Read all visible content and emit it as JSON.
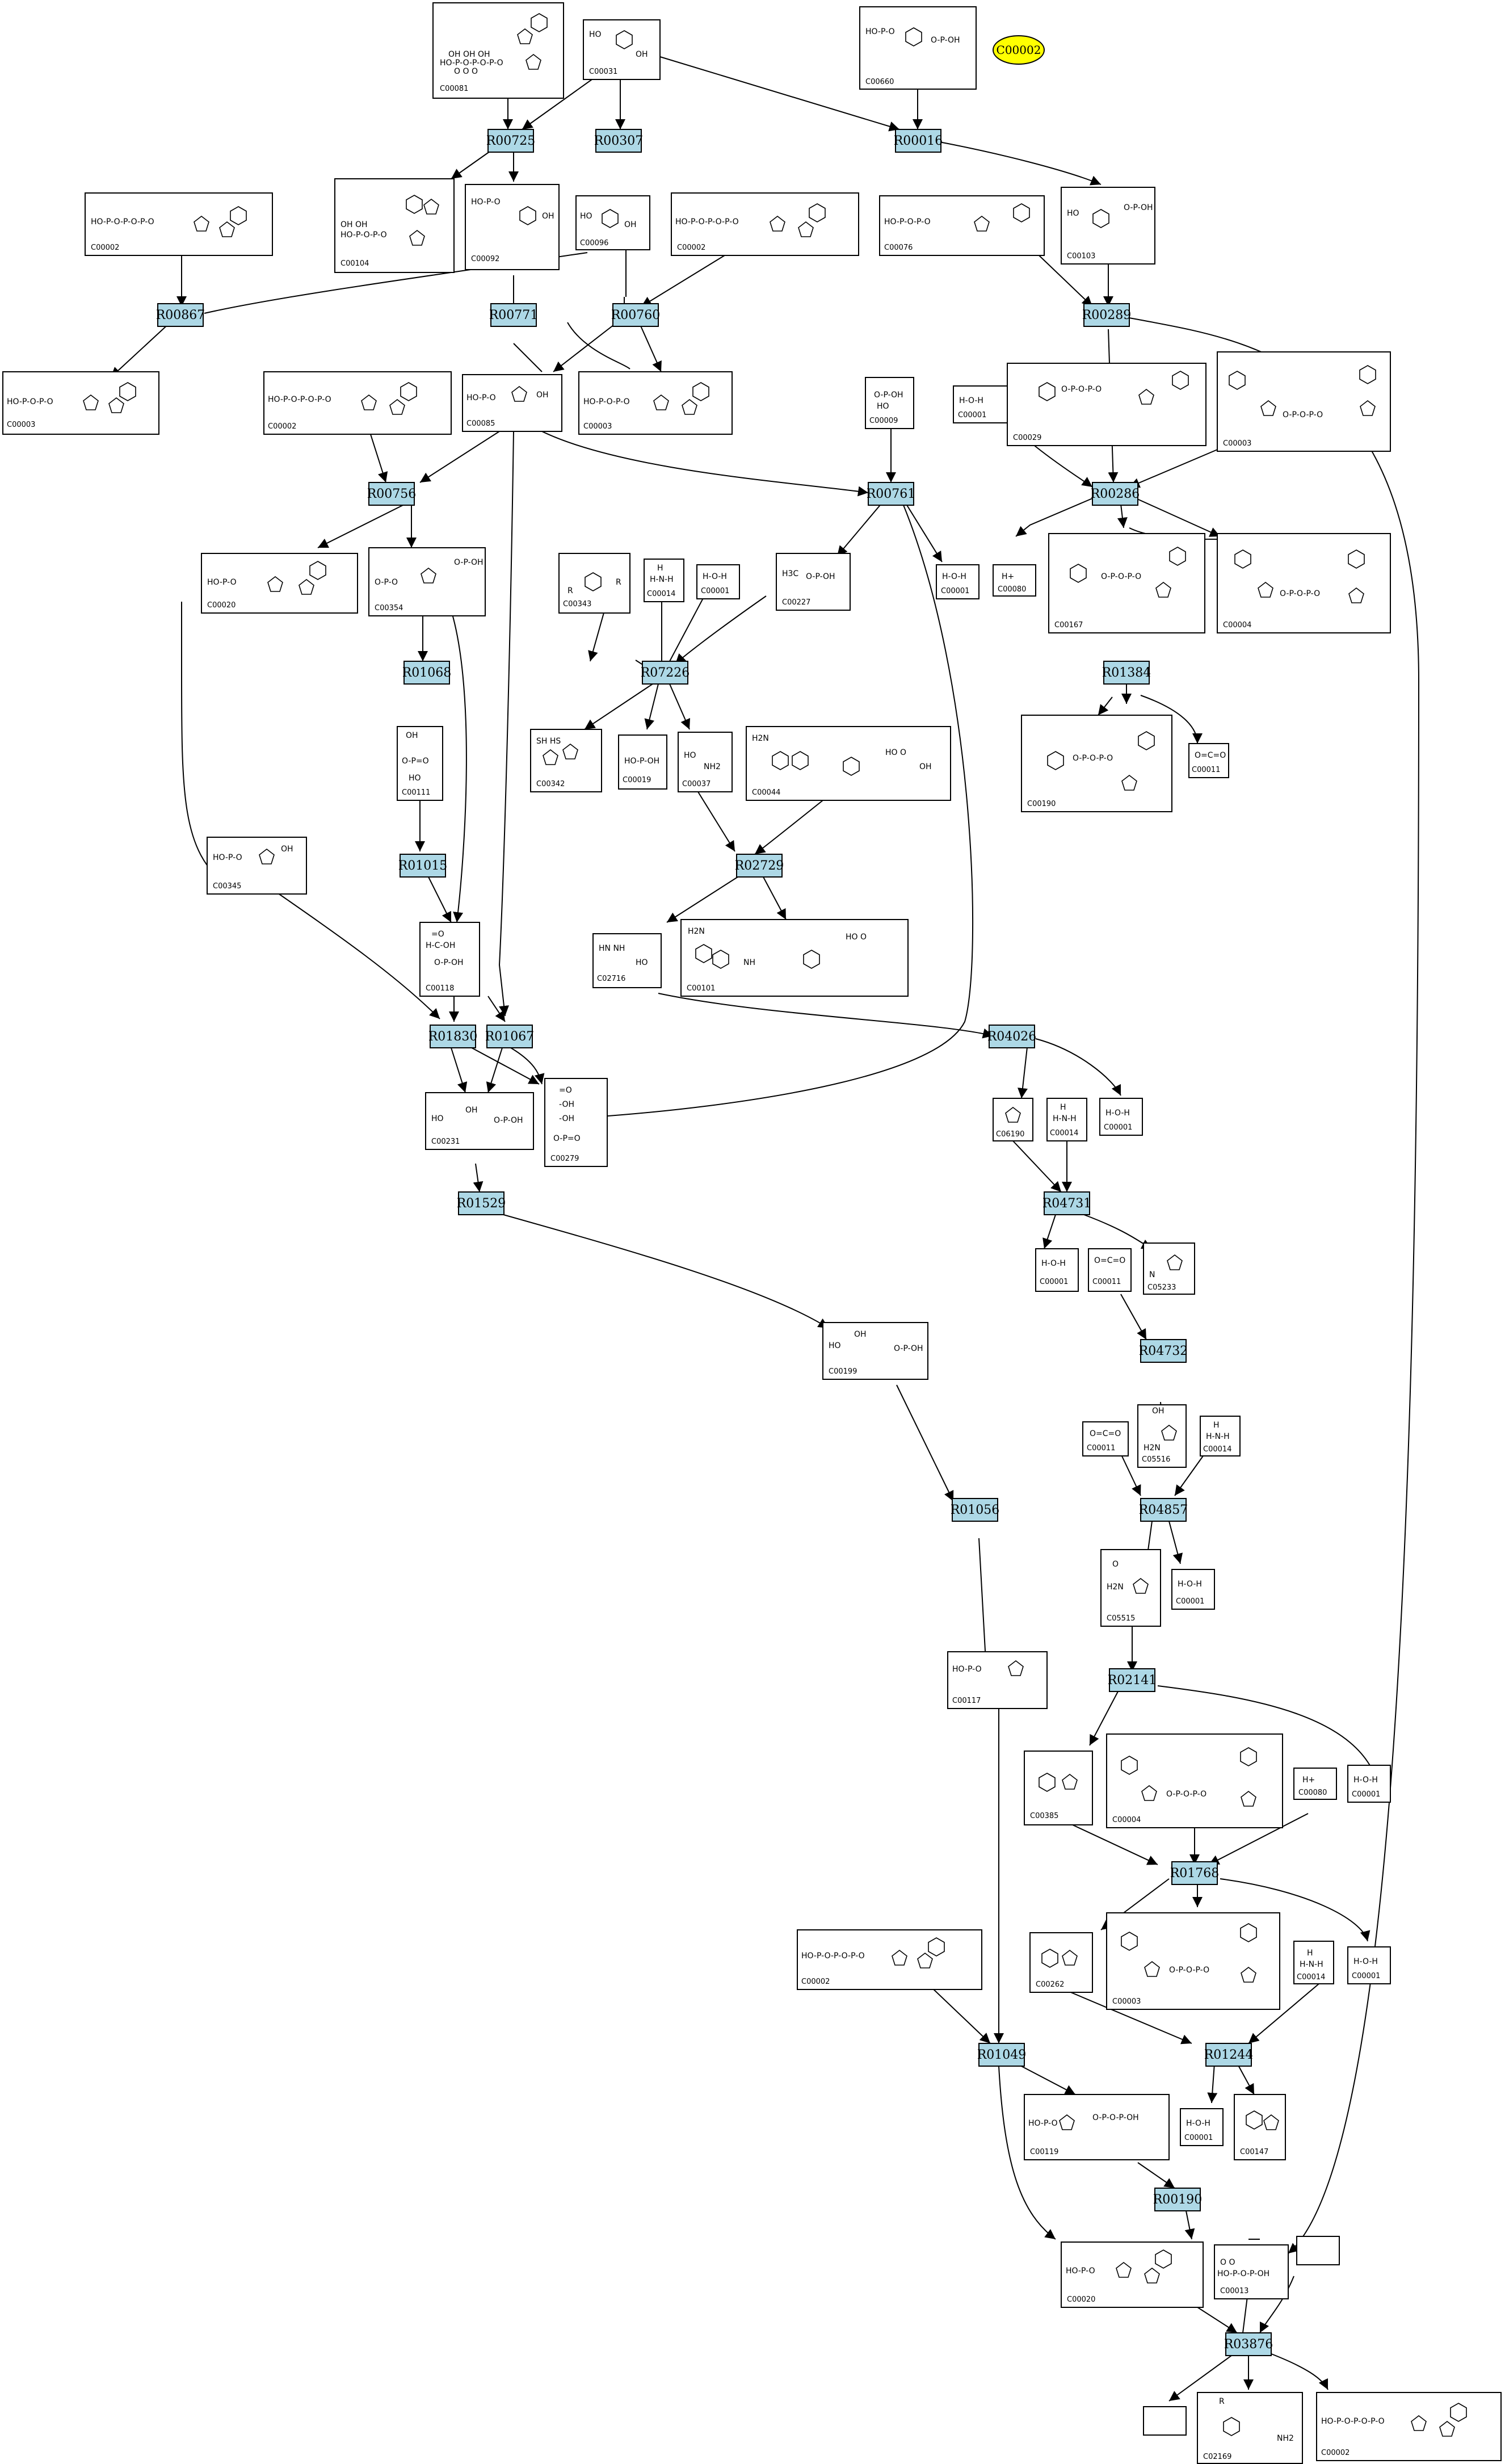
{
  "highlight": {
    "label": "C00002",
    "color": "#ffff00"
  },
  "colors": {
    "reaction_fill": "#add8e6",
    "compound_fill": "#ffffff",
    "line": "#000000"
  },
  "reactions": {
    "R00725": "R00725",
    "R00307": "R00307",
    "R00016": "R00016",
    "R00867": "R00867",
    "R00771": "R00771",
    "R00760": "R00760",
    "R00289": "R00289",
    "R00756": "R00756",
    "R00761": "R00761",
    "R00286": "R00286",
    "R01068": "R01068",
    "R07226": "R07226",
    "R01384": "R01384",
    "R01015": "R01015",
    "R02729": "R02729",
    "R01830": "R01830",
    "R01067": "R01067",
    "R04026": "R04026",
    "R01529": "R01529",
    "R04731": "R04731",
    "R04732": "R04732",
    "R01056": "R01056",
    "R04857": "R04857",
    "R02141": "R02141",
    "R01768": "R01768",
    "R01049": "R01049",
    "R01244": "R01244",
    "R00190": "R00190",
    "R03876": "R03876"
  },
  "compounds": {
    "c1": "C00081",
    "c2": "C00031",
    "c3": "C00660",
    "c4": "C00104",
    "c5": "C00092",
    "c6": "C00096",
    "c7": "C00002",
    "c8": "C00002",
    "c9": "C00076",
    "c10": "C00103",
    "c11": "C00003",
    "c12": "C00002",
    "c13": "C00085",
    "c14": "C00003",
    "c15": "C00009",
    "c16": "C00001",
    "c17": "C00029",
    "c18": "C00003",
    "c19": "C00020",
    "c20": "C00354",
    "c21": "C00343",
    "c22": "C00014",
    "c23": "C00001",
    "c24": "C00227",
    "c25": "C00001",
    "c26": "C00080",
    "c27": "C00167",
    "c28": "C00004",
    "c29": "C00342",
    "c30": "C00019",
    "c31": "C00037",
    "c32": "C00044",
    "c33": "C00111",
    "c34": "C00190",
    "c35": "C00011",
    "c36": "C00345",
    "c37": "C02716",
    "c38": "C00101",
    "c39": "C00118",
    "c40": "C00231",
    "c41": "C00279",
    "c42": "C06190",
    "c43": "C00014",
    "c44": "C00001",
    "c45": "C00001",
    "c46": "C00011",
    "c47": "C05233",
    "c48": "C00199",
    "c49": "C00011",
    "c50": "C05516",
    "c51": "C00014",
    "c52": "C00001",
    "c53": "C05515",
    "c54": "C00117",
    "c55": "C00385",
    "c56": "C00004",
    "c57": "C00080",
    "c58": "C00001",
    "c59": "C00262",
    "c60": "C00003",
    "c61": "C00014",
    "c62": "C00001",
    "c63": "C00002",
    "c64": "C00001",
    "c65": "C00147",
    "c66": "C00119",
    "c67": "C00020",
    "c68": "C00013",
    "c69": "C02169",
    "c70": "C00002"
  }
}
